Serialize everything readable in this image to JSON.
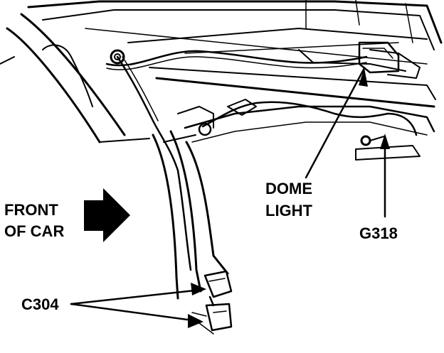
{
  "labels": {
    "front_of_car_line1": "FRONT",
    "front_of_car_line2": "OF CAR",
    "dome_light_line1": "DOME",
    "dome_light_line2": "LIGHT",
    "ground": "G318",
    "connector": "C304"
  },
  "icons": {
    "direction_arrow": "arrow-right-icon"
  },
  "colors": {
    "ink": "#000000",
    "paper": "#ffffff"
  }
}
